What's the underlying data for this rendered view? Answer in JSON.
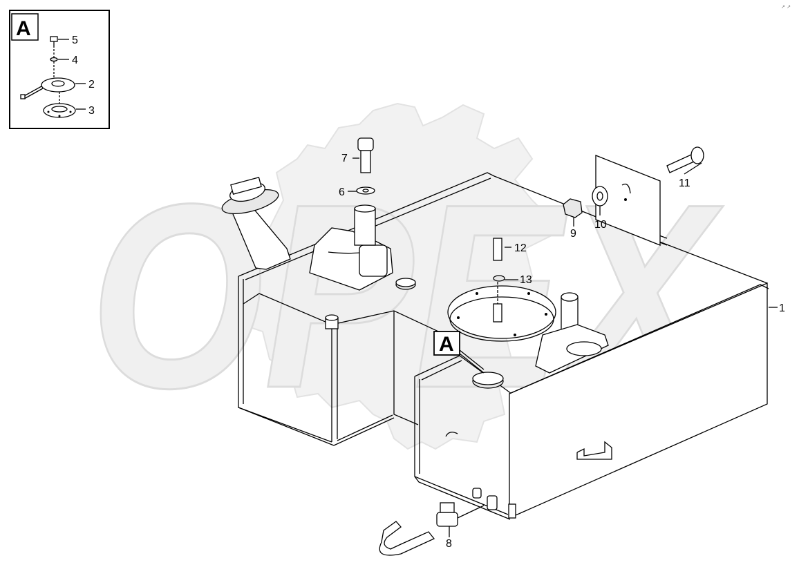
{
  "watermark": {
    "text": "OPEX"
  },
  "detail": {
    "label": "A"
  },
  "callout": {
    "label": "A"
  },
  "corner_mark": "↗ ↗",
  "parts": {
    "p1": "1",
    "p2": "2",
    "p3": "3",
    "p4": "4",
    "p5": "5",
    "p6": "6",
    "p7": "7",
    "p8": "8",
    "p9": "9",
    "p10": "10",
    "p11": "11",
    "p12": "12",
    "p13": "13"
  }
}
